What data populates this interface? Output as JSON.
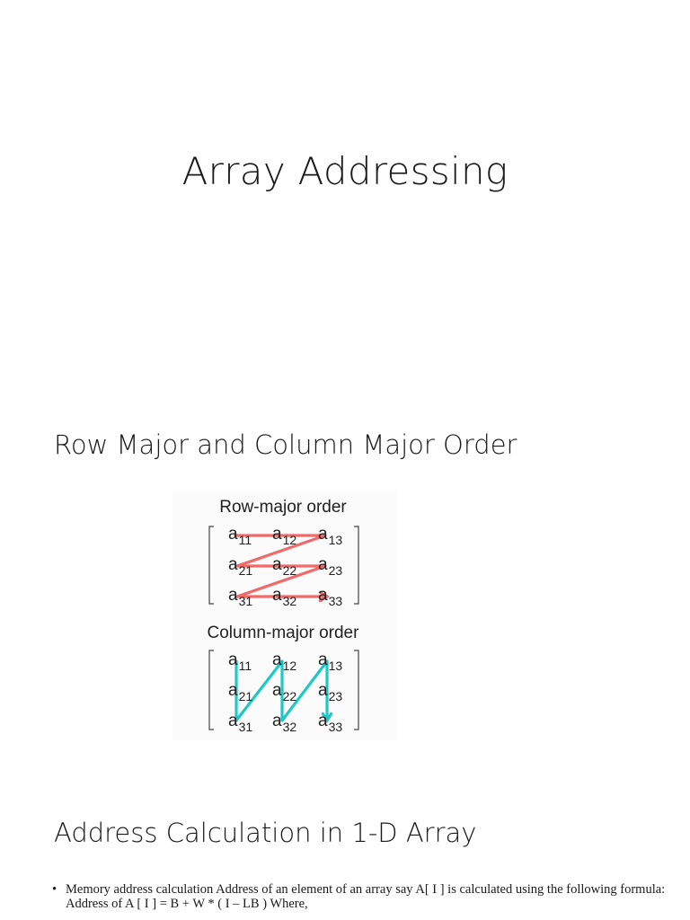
{
  "slides": {
    "title": "Array Addressing",
    "row_col_heading": "Row Major and Column Major Order",
    "address_heading": "Address Calculation in 1-D Array"
  },
  "figure": {
    "row_major_caption": "Row-major order",
    "column_major_caption": "Column-major order",
    "element_letter": "a",
    "subscripts": [
      [
        "11",
        "12",
        "13"
      ],
      [
        "21",
        "22",
        "23"
      ],
      [
        "31",
        "32",
        "33"
      ]
    ],
    "colors": {
      "row_path": "#f06a6a",
      "column_path": "#1ec8c8"
    }
  },
  "bullets": {
    "marker": "•",
    "text": "Memory address calculation Address of an element of an array say A[ I ] is calculated using the following formula:",
    "formula": "Address of A [ I ] = B + W * ( I – LB ) Where,"
  }
}
